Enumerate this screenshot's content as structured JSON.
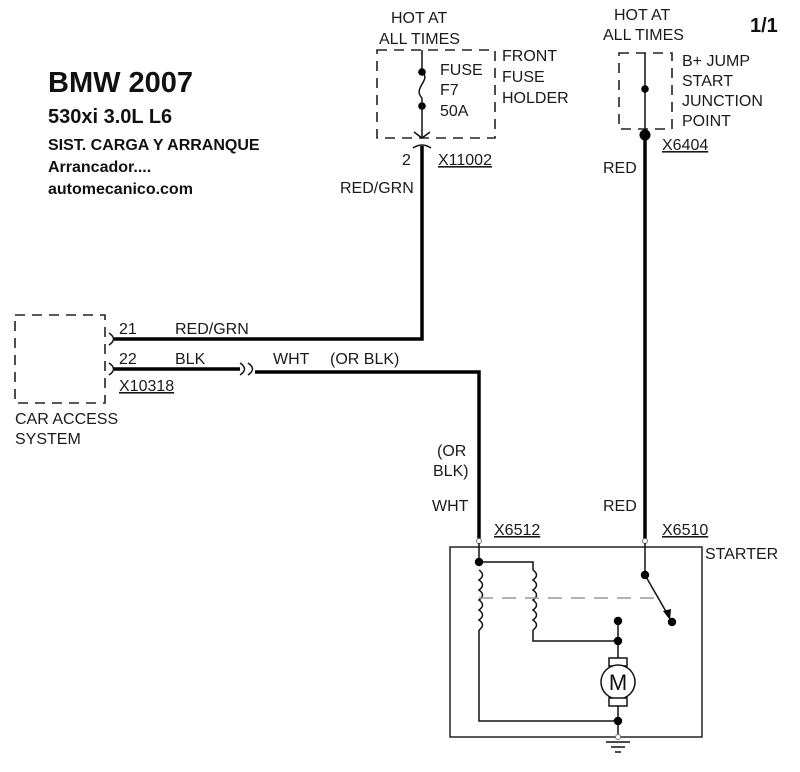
{
  "header": {
    "title": "BMW 2007",
    "model": "530xi  3.0L  L6",
    "system": "SIST. CARGA Y ARRANQUE",
    "subsystem": "Arrancador....",
    "website": "automecanico.com",
    "page": "1/1"
  },
  "fuse_holder": {
    "hot_line1": "HOT AT",
    "hot_line2": "ALL TIMES",
    "fuse_line1": "FUSE",
    "fuse_line2": "F7",
    "fuse_line3": "50A",
    "label_line1": "FRONT",
    "label_line2": "FUSE",
    "label_line3": "HOLDER",
    "pin": "2",
    "connector": "X11002",
    "wire_color": "RED/GRN"
  },
  "jump_start": {
    "hot_line1": "HOT AT",
    "hot_line2": "ALL TIMES",
    "label_line1": "B+ JUMP",
    "label_line2": "START",
    "label_line3": "JUNCTION",
    "label_line4": "POINT",
    "connector": "X6404",
    "wire_color": "RED"
  },
  "car_access": {
    "label_line1": "CAR ACCESS",
    "label_line2": "SYSTEM",
    "connector": "X10318",
    "pins": [
      {
        "pin": "21",
        "wire_color": "RED/GRN"
      },
      {
        "pin": "22",
        "wire_color": "BLK"
      }
    ]
  },
  "inline_wire": {
    "color": "WHT",
    "alt_color": "(OR BLK)",
    "vert_alt_line1": "(OR",
    "vert_alt_line2": "BLK)",
    "vert_color": "WHT"
  },
  "starter": {
    "label": "STARTER",
    "connector_control": "X6512",
    "connector_power": "X6510",
    "power_wire_color": "RED",
    "motor_symbol": "M"
  }
}
